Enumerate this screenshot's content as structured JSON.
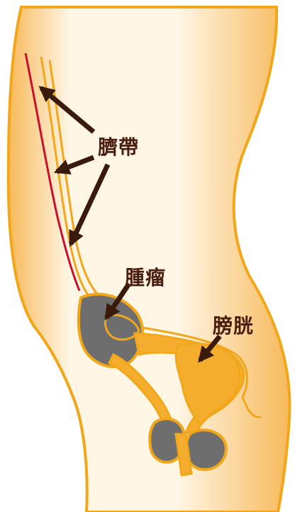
{
  "labels": {
    "umbilical_cord": "臍帶",
    "tumor": "腫瘤",
    "bladder": "膀胱"
  },
  "colors": {
    "body_outline": "#F2A71B",
    "body_fill_light": "#FFF6E6",
    "body_fill_dark": "#F7B95A",
    "organ_fill": "#F5AD2E",
    "tumor_gray": "#6E6E6E",
    "umbilical_red": "#C8102E",
    "arrow_brown": "#3A1A0A",
    "label_text": "#4A1E0E"
  }
}
